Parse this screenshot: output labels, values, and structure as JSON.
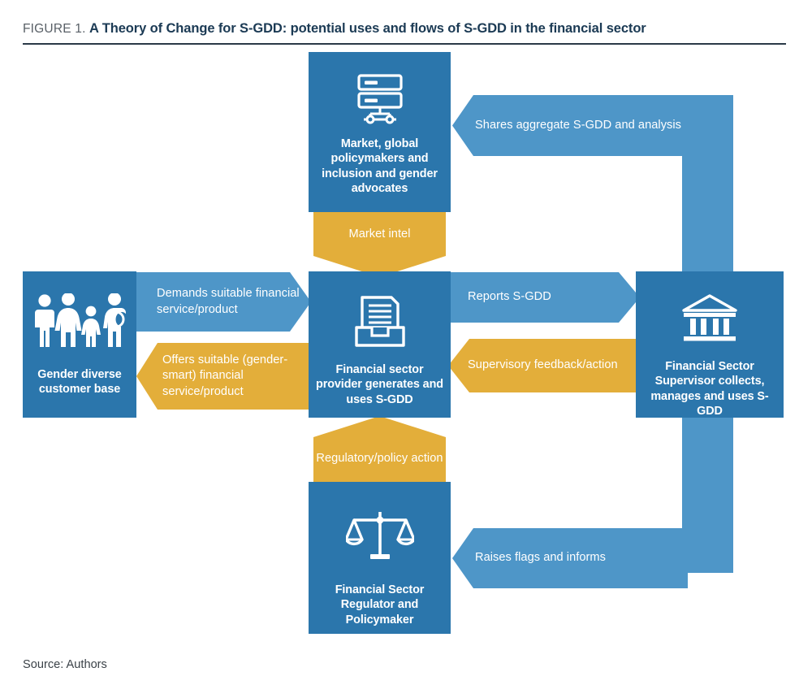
{
  "header": {
    "figure_label": "FIGURE 1.",
    "title": "A Theory of Change for S-GDD: potential uses and flows of S-GDD in the financial sector"
  },
  "nodes": {
    "market": {
      "label": "Market, global policymakers and inclusion and gender advocates",
      "icon": "server-network-icon"
    },
    "customer": {
      "label": "Gender diverse customer base",
      "icon": "family-group-icon"
    },
    "provider": {
      "label": "Financial sector provider generates and uses S-GDD",
      "icon": "document-report-icon"
    },
    "supervisor": {
      "label": "Financial Sector Supervisor collects, manages and uses S-GDD",
      "icon": "bank-building-icon"
    },
    "regulator": {
      "label": "Financial Sector Regulator and Policymaker",
      "icon": "scales-of-justice-icon"
    }
  },
  "flows": {
    "shares": {
      "label": "Shares aggregate S-GDD and analysis",
      "from": "supervisor",
      "to": "market",
      "color": "#4e96c8",
      "direction": "left"
    },
    "market_intel": {
      "label": "Market intel",
      "from": "market",
      "to": "provider",
      "color": "#e3ae3a",
      "direction": "down"
    },
    "demands": {
      "label": "Demands suitable financial service/product",
      "from": "customer",
      "to": "provider",
      "color": "#4e96c8",
      "direction": "right"
    },
    "offers": {
      "label": "Offers suitable (gender-smart) financial service/product",
      "from": "provider",
      "to": "customer",
      "color": "#e3ae3a",
      "direction": "left"
    },
    "reports": {
      "label": "Reports S-GDD",
      "from": "provider",
      "to": "supervisor",
      "color": "#4e96c8",
      "direction": "right"
    },
    "supervisory": {
      "label": "Supervisory feedback/action",
      "from": "supervisor",
      "to": "provider",
      "color": "#e3ae3a",
      "direction": "left"
    },
    "regulatory": {
      "label": "Regulatory/policy action",
      "from": "regulator",
      "to": "provider",
      "color": "#e3ae3a",
      "direction": "up"
    },
    "raises": {
      "label": "Raises flags and informs",
      "from": "supervisor",
      "to": "regulator",
      "color": "#4e96c8",
      "direction": "left"
    }
  },
  "footer": {
    "source": "Source: Authors"
  },
  "colors": {
    "dark_blue": "#2b76ac",
    "light_blue": "#4e96c8",
    "gold": "#e3ae3a",
    "title_navy": "#1b3a54",
    "rule": "#2b3a47"
  }
}
